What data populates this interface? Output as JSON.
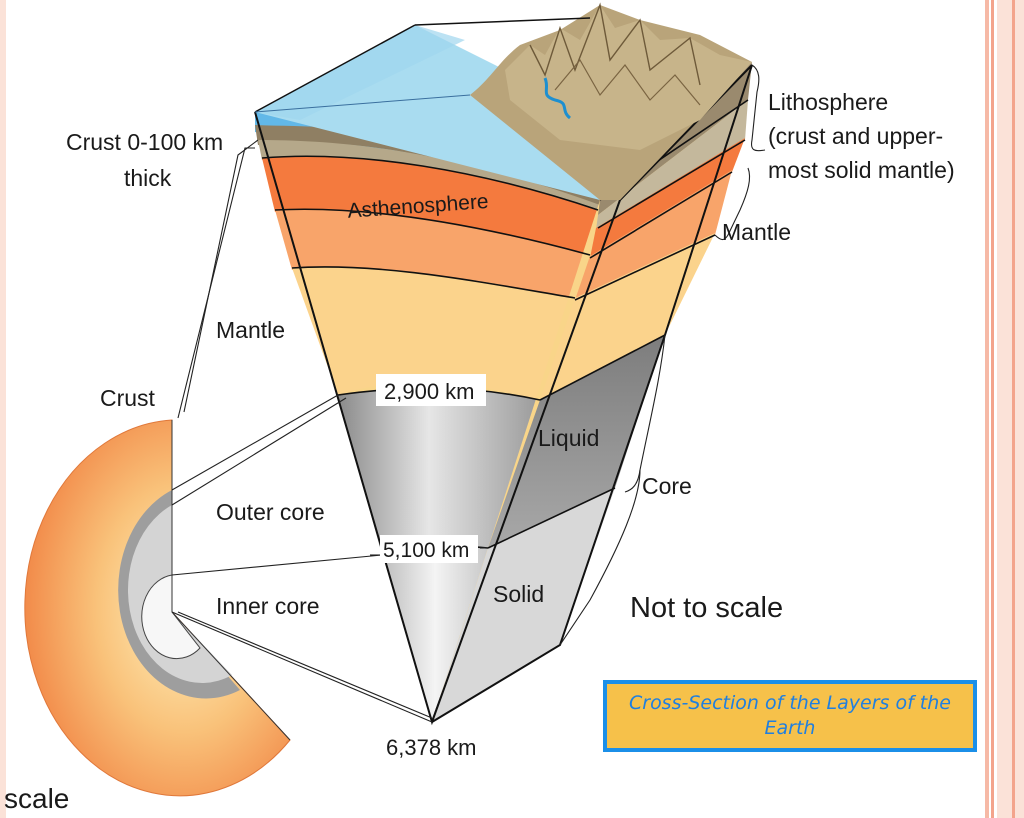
{
  "labels": {
    "crust_thickness_line1": "Crust 0-100 km",
    "crust_thickness_line2": "thick",
    "asthenosphere": "Asthenosphere",
    "lithosphere_line1": "Lithosphere",
    "lithosphere_line2": "(crust and upper-",
    "lithosphere_line3": "most solid mantle)",
    "mantle_right": "Mantle",
    "mantle_left": "Mantle",
    "crust": "Crust",
    "depth_2900": "2,900 km",
    "liquid": "Liquid",
    "core": "Core",
    "outer_core": "Outer core",
    "depth_5100": "5,100 km",
    "inner_core": "Inner core",
    "solid": "Solid",
    "not_to_scale": "Not to scale",
    "depth_6378": "6,378 km",
    "scale_fragment": "scale"
  },
  "caption": {
    "text": "Cross-Section of the Layers of the Earth"
  },
  "colors": {
    "ocean": "#a9dcf0",
    "crust_brown": "#9b8c70",
    "asthenosphere": "#f47a3e",
    "mantle_upper": "#f6a26a",
    "mantle_lower": "#f9d589",
    "outer_core": "#b9b9b9",
    "inner_core": "#e6e6e6",
    "caption_fill": "#f6c14a",
    "caption_border": "#1b8fe8",
    "caption_text": "#1f7fe0",
    "frame_salmon": "#f4c4b4"
  }
}
